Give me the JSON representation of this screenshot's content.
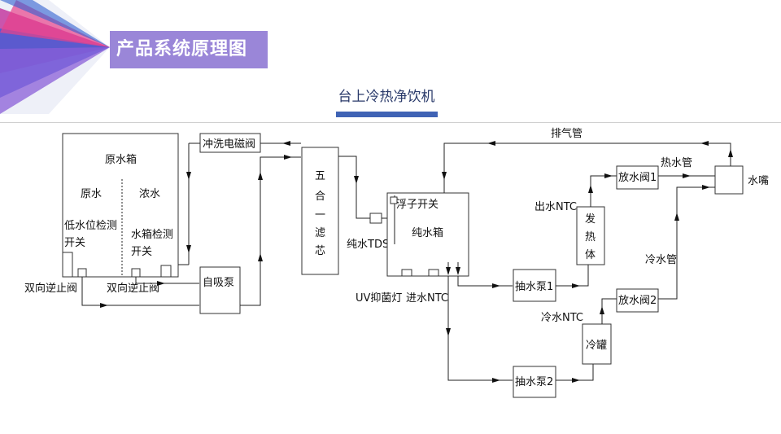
{
  "header": {
    "title": "产品系统原理图",
    "subtitle": "台上冷热净饮机"
  },
  "colors": {
    "title_bg": "#9a86d8",
    "accent_bar": "#3f63b5",
    "logo_pink": "#e8428a",
    "logo_blue": "#2e5fd0",
    "logo_purple": "#8a5fd8"
  },
  "diagram": {
    "raw_tank": "原水箱",
    "raw_water": "原水",
    "concentrate": "浓水",
    "low_level_line1": "低水位检测",
    "low_level_line2": "开关",
    "tank_detect_line1": "水箱检测",
    "tank_detect_line2": "开关",
    "check_valve_a": "双向逆止阀",
    "check_valve_b": "双向逆止阀",
    "flush_valve": "冲洗电磁阀",
    "self_priming_pump": "自吸泵",
    "filter_chars": [
      "五",
      "合",
      "一",
      "滤",
      "芯"
    ],
    "pure_tds": "纯水TDS",
    "float_switch": "浮子开关",
    "pure_tank": "纯水箱",
    "uv_lamp": "UV抑菌灯",
    "inlet_ntc": "进水NTC",
    "exhaust_pipe": "排气管",
    "release_valve_1": "放水阀1",
    "hot_pipe": "热水管",
    "outlet_ntc": "出水NTC",
    "heater_chars": [
      "发",
      "热",
      "体"
    ],
    "faucet": "水嘴",
    "cold_pipe": "冷水管",
    "pump_1": "抽水泵1",
    "release_valve_2": "放水阀2",
    "cold_ntc": "冷水NTC",
    "cold_tank": "冷罐",
    "pump_2": "抽水泵2"
  }
}
